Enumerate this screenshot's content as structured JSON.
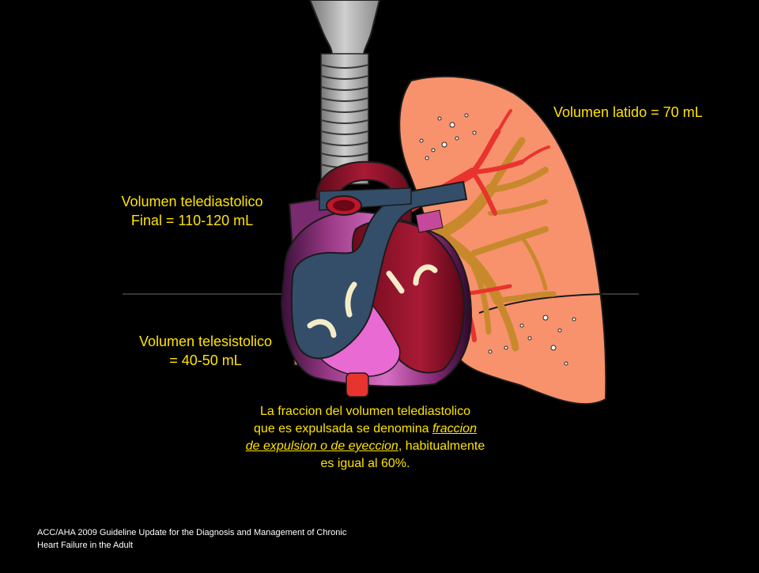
{
  "labels": {
    "stroke_volume": "Volumen latido = 70 mL",
    "end_diastolic_line1": "Volumen telediastolico",
    "end_diastolic_line2": "Final = 110-120 mL",
    "end_systolic_line1": "Volumen telesistolico",
    "end_systolic_line2": "= 40-50 mL"
  },
  "ejection_note": {
    "line1": "La fraccion del volumen telediastolico",
    "line2_plain": "que es expulsada se denomina ",
    "line2_link": "fraccion",
    "line3_link": "de expulsion o de eyeccion",
    "line3_plain": ", habitualmente",
    "line4": "es igual al 60%."
  },
  "citation": {
    "line1": "ACC/AHA 2009 Guideline Update for the Diagnosis and Management of Chronic",
    "line2": "Heart Failure in the Adult"
  },
  "colors": {
    "background": "#000000",
    "label_text": "#ffe400",
    "lung": "#f7926d",
    "heart_purple": "#8a2a78",
    "aorta_red": "#8b1126",
    "vein_blue": "#344e69",
    "artery_red": "#e8332e",
    "bronchi_tan": "#c8892d"
  }
}
